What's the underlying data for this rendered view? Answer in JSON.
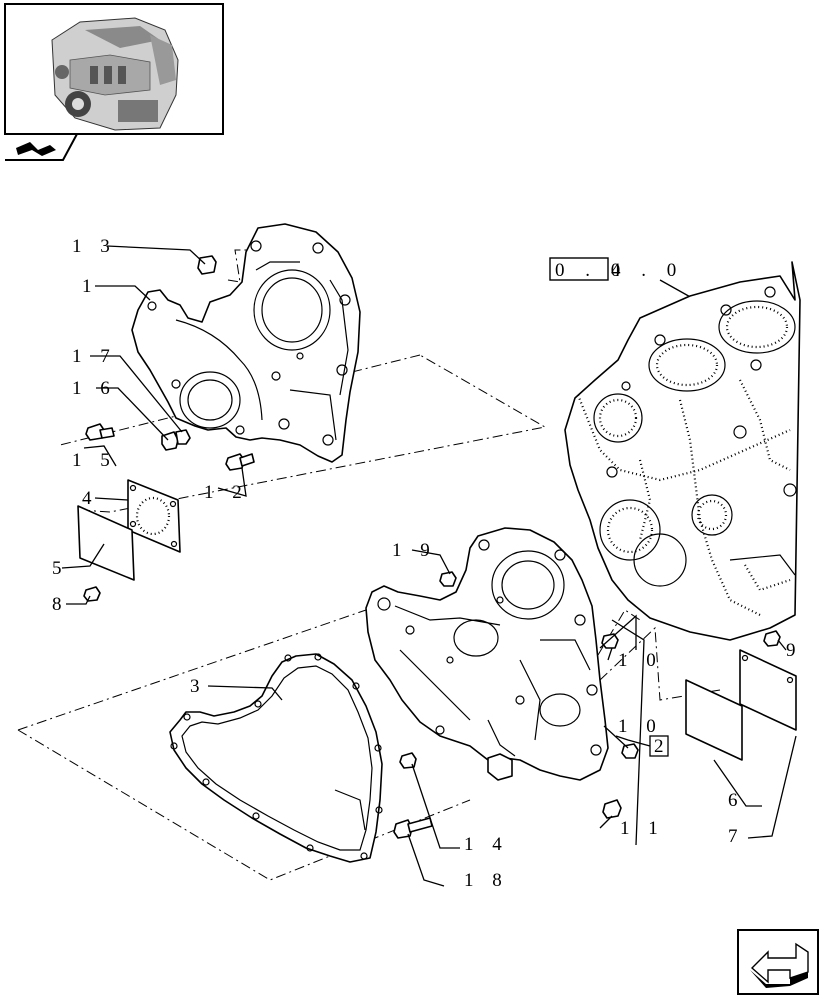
{
  "reference_box": {
    "boxed": "0 . 0",
    "rest": "4 . 0"
  },
  "callouts": [
    {
      "id": "c13",
      "text": "1 3"
    },
    {
      "id": "c1",
      "text": "1"
    },
    {
      "id": "c17",
      "text": "1 7"
    },
    {
      "id": "c16",
      "text": "1 6"
    },
    {
      "id": "c15",
      "text": "1 5"
    },
    {
      "id": "c12",
      "text": "1 2"
    },
    {
      "id": "c4",
      "text": "4"
    },
    {
      "id": "c5",
      "text": "5"
    },
    {
      "id": "c8",
      "text": "8"
    },
    {
      "id": "c19",
      "text": "1 9"
    },
    {
      "id": "c3",
      "text": "3"
    },
    {
      "id": "c10a",
      "text": "1 0"
    },
    {
      "id": "c10b",
      "text": "1 0"
    },
    {
      "id": "c2",
      "text": "2"
    },
    {
      "id": "c9",
      "text": "9"
    },
    {
      "id": "c6",
      "text": "6"
    },
    {
      "id": "c7",
      "text": "7"
    },
    {
      "id": "c14",
      "text": "1 4"
    },
    {
      "id": "c11",
      "text": "1 1"
    },
    {
      "id": "c18",
      "text": "1 8"
    }
  ],
  "icons": {
    "thumbnail": "engine-thumbnail",
    "section_tab": "book-page-icon",
    "nav": "next-page-arrow-icon"
  }
}
